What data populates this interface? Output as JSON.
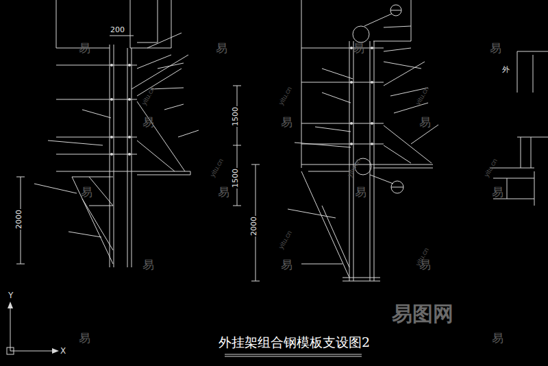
{
  "diagram": {
    "title": "外挂架组合钢模板支设图2",
    "labels": [
      "200",
      "1500",
      "1500",
      "2000",
      "2000",
      "外",
      "Y",
      "X",
      "易图网",
      "易",
      "易",
      "易",
      "易",
      "易",
      "易",
      "易",
      "易",
      "易",
      "易",
      "易",
      "易",
      "易",
      "易",
      "易",
      "易",
      "yitu.cn",
      "yitu.cn",
      "yitu.cn",
      "yitu.cn",
      "yitu.cn",
      "yitu.cn",
      "yitu.cn",
      "yitu.cn"
    ]
  }
}
